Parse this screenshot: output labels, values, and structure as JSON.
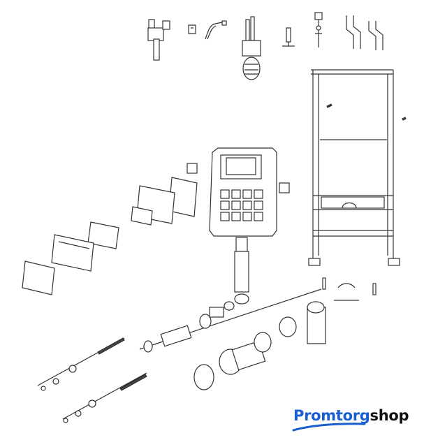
{
  "logo": {
    "part1": "Promtorg",
    "part2": "shop",
    "colors": {
      "brand_blue": "#1a5fd0",
      "dark": "#111111"
    }
  },
  "diagram": {
    "subject": "installation-frame-exploded-view"
  }
}
